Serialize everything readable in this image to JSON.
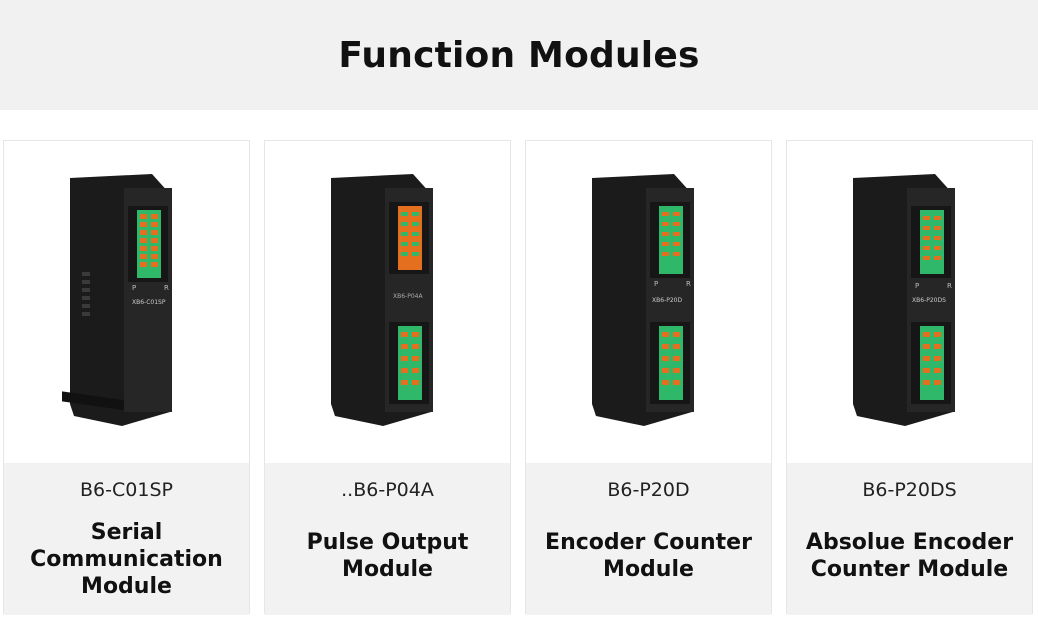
{
  "page": {
    "title": "Function Modules"
  },
  "colors": {
    "header_bg": "#f1f1f1",
    "module_body": "#1e1e1e",
    "terminal_green": "#2fb86a",
    "terminal_orange": "#e4701f"
  },
  "cards": [
    {
      "model": "B6-C01SP",
      "name_lines": [
        "Serial",
        "Communication",
        "Module"
      ],
      "label": "XB6-C01SP",
      "terminals": "green",
      "double": false
    },
    {
      "model": "..B6-P04A",
      "name_lines": [
        "Pulse Output",
        "Module"
      ],
      "label": "XB6-P04A",
      "terminals": "orange",
      "double": true
    },
    {
      "model": "B6-P20D",
      "name_lines": [
        "Encoder Counter",
        "Module"
      ],
      "label": "XB6-P20D",
      "terminals": "green",
      "double": true
    },
    {
      "model": "B6-P20DS",
      "name_lines": [
        "Absolue Encoder",
        "Counter Module"
      ],
      "label": "XB6-P20DS",
      "terminals": "green",
      "double": true
    }
  ]
}
